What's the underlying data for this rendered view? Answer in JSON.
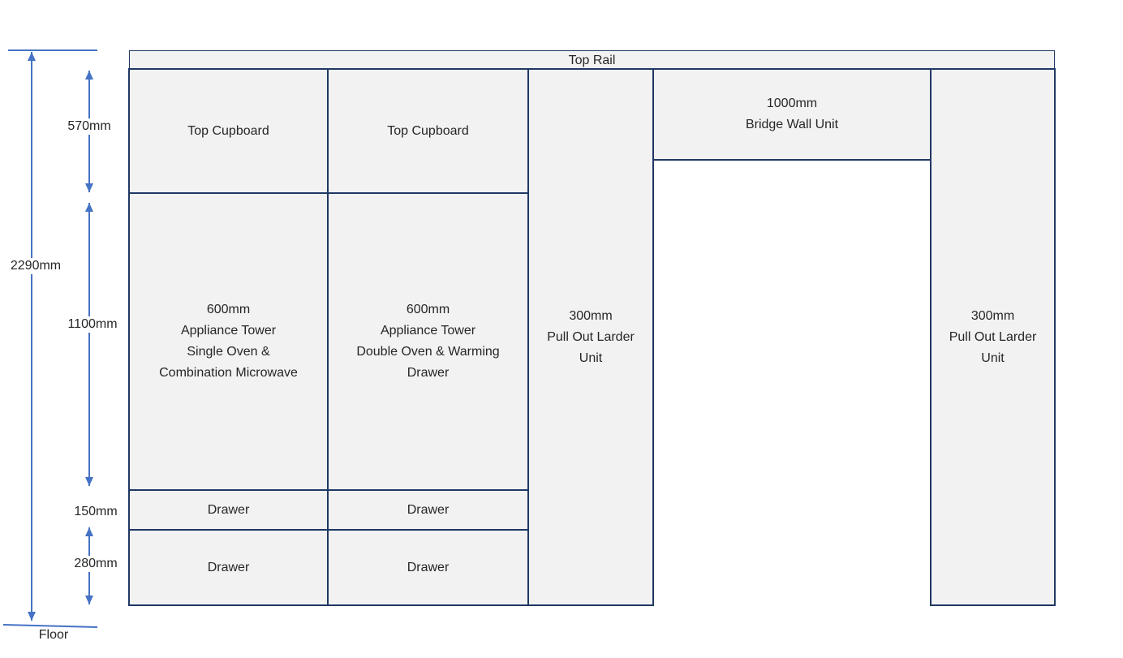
{
  "top_rail_label": "Top Rail",
  "units": {
    "top_cupboard_left": {
      "lines": [
        "Top Cupboard"
      ]
    },
    "top_cupboard_right": {
      "lines": [
        "Top Cupboard"
      ]
    },
    "appliance_tower_left": {
      "lines": [
        "600mm",
        "Appliance Tower",
        "Single Oven &",
        "Combination Microwave"
      ]
    },
    "appliance_tower_right": {
      "lines": [
        "600mm",
        "Appliance Tower",
        "Double Oven & Warming",
        "Drawer"
      ]
    },
    "larder_middle": {
      "lines": [
        "300mm",
        "Pull Out Larder",
        "Unit"
      ]
    },
    "bridge_wall": {
      "lines": [
        "1000mm",
        "Bridge Wall Unit"
      ]
    },
    "larder_right": {
      "lines": [
        "300mm",
        "Pull Out Larder",
        "Unit"
      ]
    },
    "drawer_top_left": {
      "lines": [
        "Drawer"
      ]
    },
    "drawer_top_right": {
      "lines": [
        "Drawer"
      ]
    },
    "drawer_bottom_left": {
      "lines": [
        "Drawer"
      ]
    },
    "drawer_bottom_right": {
      "lines": [
        "Drawer"
      ]
    }
  },
  "dimensions": {
    "overall": {
      "label": "2290mm"
    },
    "top_cupboard": {
      "label": "570mm"
    },
    "appliance_tower": {
      "label": "1100mm"
    },
    "drawer_top": {
      "label": "150mm"
    },
    "drawer_bottom": {
      "label": "280mm"
    }
  },
  "floor_label": "Floor",
  "colors": {
    "unit_fill": "#f2f2f2",
    "unit_border": "#1f3864",
    "dimension_blue": "#4472c4",
    "text_color": "#262626"
  }
}
